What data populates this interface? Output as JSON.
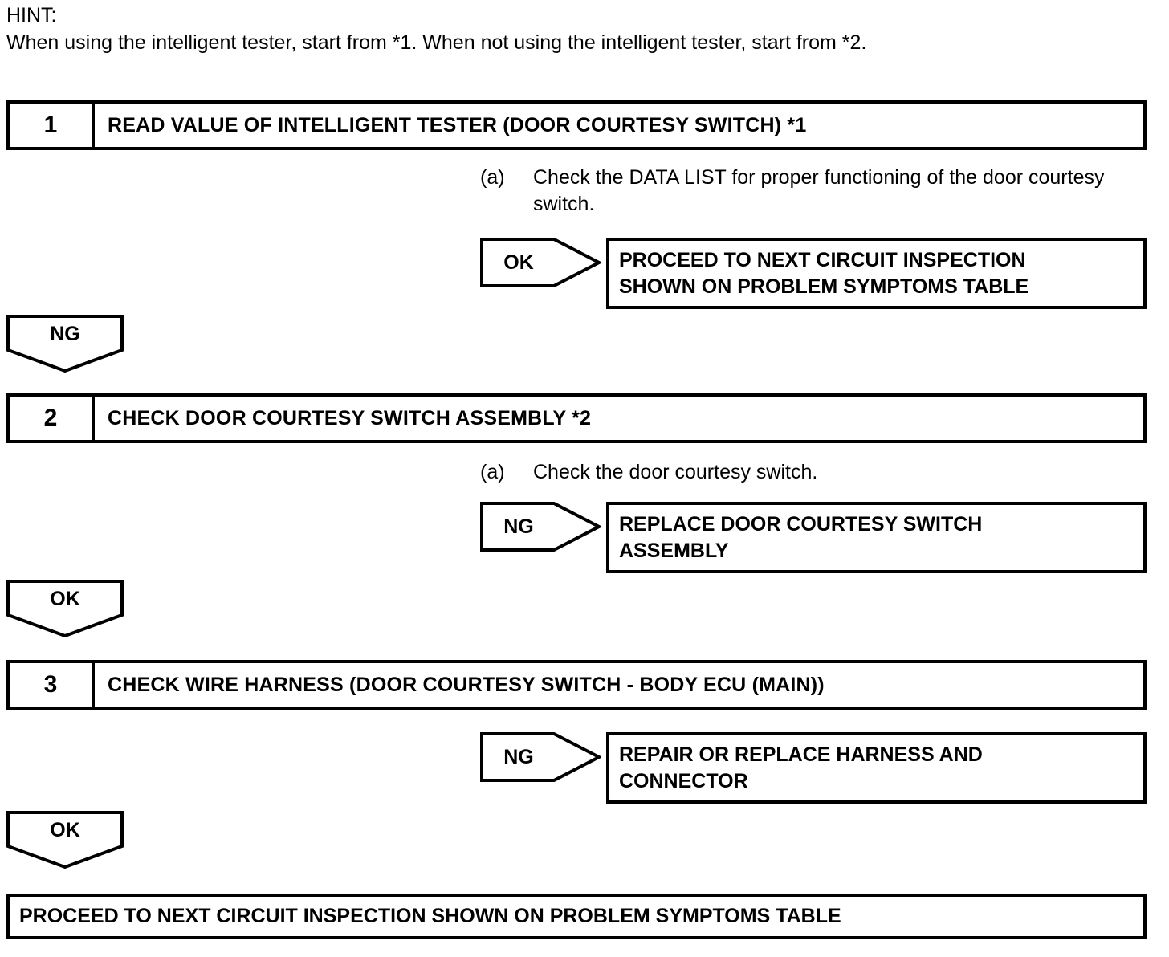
{
  "hint": {
    "label": "HINT:",
    "text": "When using the intelligent tester, start from *1. When not using the intelligent tester, start from *2."
  },
  "steps": [
    {
      "number": "1",
      "title": "READ VALUE OF INTELLIGENT TESTER (DOOR COURTESY SWITCH) *1",
      "procedure": {
        "marker": "(a)",
        "text": "Check the DATA LIST for proper functioning of the door courtesy switch."
      },
      "branch": {
        "judgement": "OK",
        "result_line1": "PROCEED TO NEXT CIRCUIT INSPECTION",
        "result_line2": "SHOWN ON PROBLEM SYMPTOMS TABLE"
      },
      "continue": {
        "judgement": "NG"
      }
    },
    {
      "number": "2",
      "title": "CHECK DOOR COURTESY SWITCH ASSEMBLY *2",
      "procedure": {
        "marker": "(a)",
        "text": "Check the door courtesy switch."
      },
      "branch": {
        "judgement": "NG",
        "result_line1": "REPLACE DOOR COURTESY SWITCH",
        "result_line2": "ASSEMBLY"
      },
      "continue": {
        "judgement": "OK"
      }
    },
    {
      "number": "3",
      "title": "CHECK WIRE HARNESS (DOOR COURTESY SWITCH - BODY ECU (MAIN))",
      "branch": {
        "judgement": "NG",
        "result_line1": "REPAIR OR REPLACE HARNESS AND",
        "result_line2": "CONNECTOR"
      },
      "continue": {
        "judgement": "OK"
      }
    }
  ],
  "final": {
    "text": "PROCEED TO NEXT CIRCUIT INSPECTION SHOWN ON PROBLEM SYMPTOMS TABLE"
  },
  "colors": {
    "line": "#000000",
    "background": "#ffffff"
  }
}
